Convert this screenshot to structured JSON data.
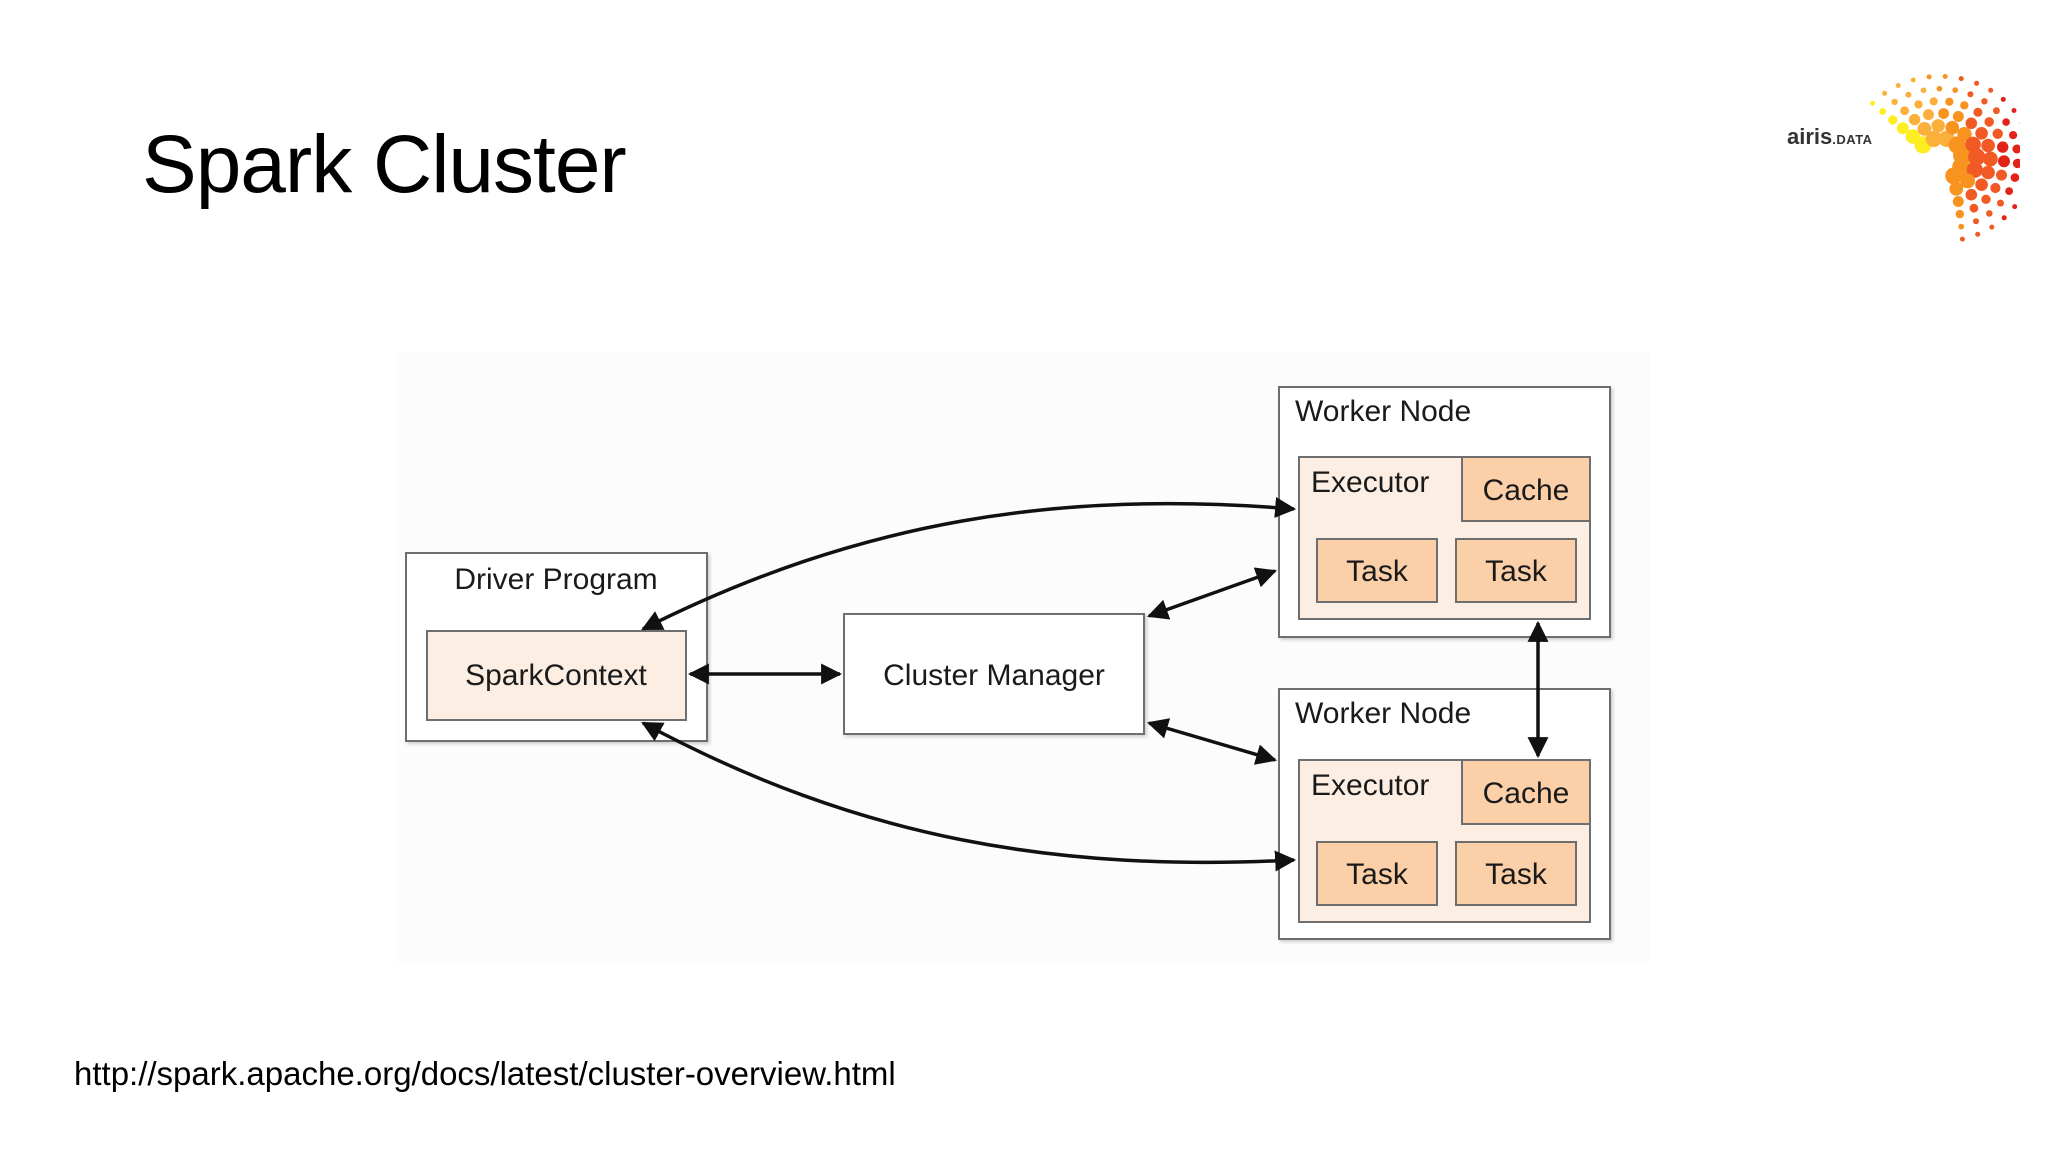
{
  "slide": {
    "title": "Spark Cluster",
    "source_url": "http://spark.apache.org/docs/latest/cluster-overview.html"
  },
  "logo": {
    "name": "airis",
    "suffix": ".DATA",
    "colors": [
      "#e2231a",
      "#f15a24",
      "#f7931e",
      "#fbb03b",
      "#fcee21"
    ]
  },
  "diagram": {
    "driver": {
      "label": "Driver Program",
      "context_label": "SparkContext"
    },
    "cluster_manager": {
      "label": "Cluster Manager"
    },
    "workers": [
      {
        "label": "Worker Node",
        "executor_label": "Executor",
        "cache_label": "Cache",
        "tasks": [
          "Task",
          "Task"
        ]
      },
      {
        "label": "Worker Node",
        "executor_label": "Executor",
        "cache_label": "Cache",
        "tasks": [
          "Task",
          "Task"
        ]
      }
    ],
    "colors": {
      "border": "#6e6e6e",
      "executor_fill": "#fdeee3",
      "highlight_fill": "#fbcfa8",
      "arrow": "#111111"
    }
  }
}
